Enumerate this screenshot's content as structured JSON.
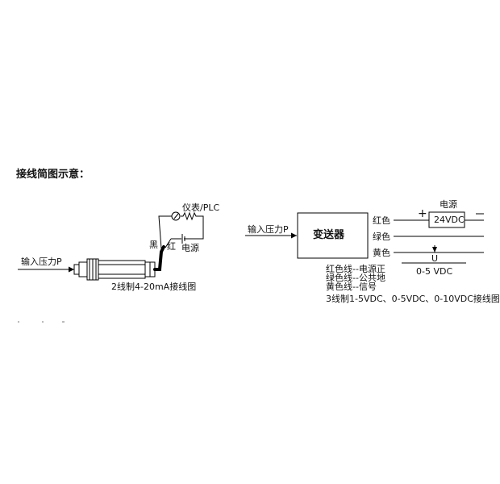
{
  "heading": "接线简图示意：",
  "two_wire": {
    "input_label": "输入压力P",
    "meter_label": "仪表/PLC",
    "black_label": "黑",
    "red_label": "红",
    "power_label": "电源",
    "caption": "2线制4-20mA接线图"
  },
  "three_wire": {
    "input_label": "输入压力P",
    "box_label": "变送器",
    "red_wire_label": "红色",
    "green_wire_label": "绿色",
    "yellow_wire_label": "黄色",
    "power_label": "电源",
    "voltage_label": "24VDC",
    "plus_sign": "+",
    "output_symbol": "U",
    "output_range": "0-5 VDC",
    "legend": [
      "红色线--电源正",
      "绿色线--公共地",
      "黄色线--信号"
    ],
    "caption": "3线制1-5VDC、0-5VDC、0-10VDC接线图"
  }
}
